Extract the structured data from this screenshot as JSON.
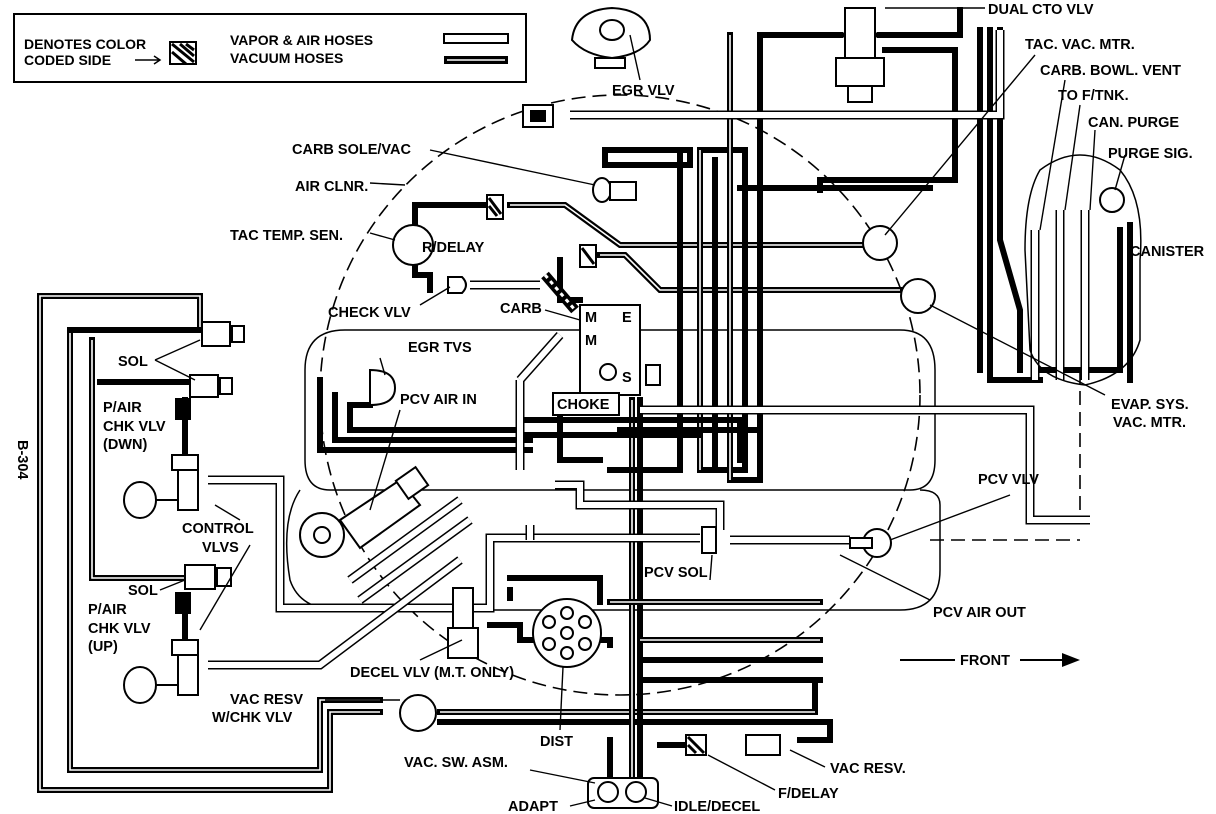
{
  "figure_id": "B-304",
  "legend": {
    "denotes_line1": "DENOTES COLOR",
    "denotes_line2": "CODED SIDE",
    "vapor_air_hoses": "VAPOR & AIR HOSES",
    "vacuum_hoses": "VACUUM HOSES"
  },
  "labels": {
    "dual_cto_vlv": "DUAL CTO VLV",
    "egr_vlv": "EGR VLV",
    "tac_vac_mtr": "TAC. VAC. MTR.",
    "carb_bowl_vent": "CARB. BOWL. VENT",
    "to_f_tnk": "TO F/TNK.",
    "can_purge": "CAN. PURGE",
    "purge_sig": "PURGE SIG.",
    "canister": "CANISTER",
    "carb_sole_vac": "CARB SOLE/VAC",
    "air_clnr": "AIR CLNR.",
    "tac_temp_sen": "TAC TEMP. SEN.",
    "r_delay": "R/DELAY",
    "check_vlv": "CHECK VLV",
    "carb": "CARB",
    "m1": "M",
    "m2": "M",
    "e": "E",
    "s": "S",
    "choke": "CHOKE",
    "sol_top": "SOL",
    "egr_tvs": "EGR TVS",
    "pcv_air_in": "PCV AIR IN",
    "p_air_chk_vlv_dwn_1": "P/AIR",
    "p_air_chk_vlv_dwn_2": "CHK VLV",
    "p_air_chk_vlv_dwn_3": "(DWN)",
    "control_vlvs_1": "CONTROL",
    "control_vlvs_2": "VLVS",
    "sol_bottom": "SOL",
    "p_air_chk_vlv_up_1": "P/AIR",
    "p_air_chk_vlv_up_2": "CHK VLV",
    "p_air_chk_vlv_up_3": "(UP)",
    "evap_sys_vac_mtr_1": "EVAP. SYS.",
    "evap_sys_vac_mtr_2": "VAC. MTR.",
    "pcv_vlv": "PCV VLV",
    "pcv_sol": "PCV SOL",
    "pcv_air_out": "PCV AIR OUT",
    "front": "FRONT",
    "decel_vlv": "DECEL VLV (M.T. ONLY)",
    "vac_resv_chk_1": "VAC RESV",
    "vac_resv_chk_2": "W/CHK VLV",
    "dist": "DIST",
    "vac_sw_asm": "VAC. SW. ASM.",
    "vac_resv": "VAC RESV.",
    "f_delay": "F/DELAY",
    "adapt": "ADAPT",
    "idle_decel": "IDLE/DECEL"
  },
  "colors": {
    "ink": "#000000",
    "paper": "#ffffff"
  }
}
